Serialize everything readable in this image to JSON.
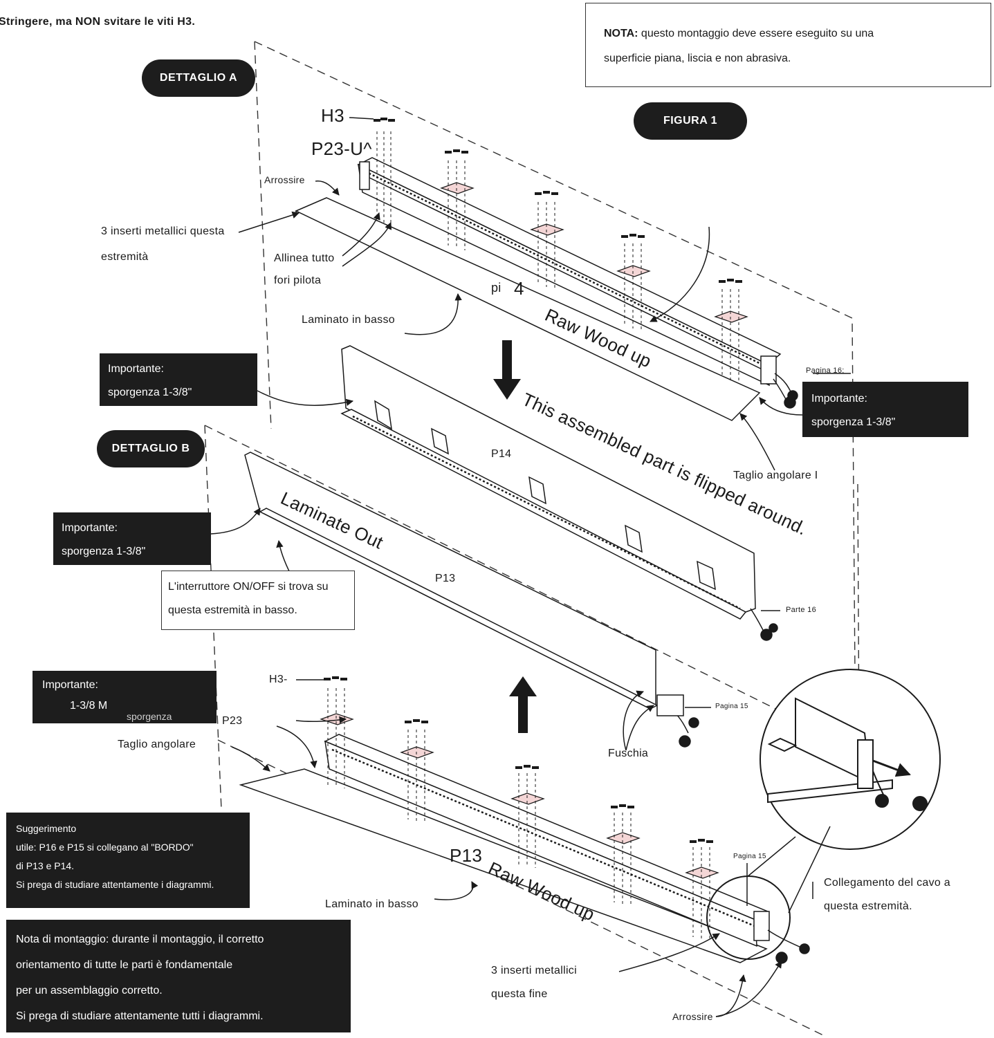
{
  "header_note": "Stringere, ma NON svitare le viti H3.",
  "nota_box": {
    "label": "NOTA:",
    "text": "questo montaggio deve essere eseguito su una",
    "line2": "superficie piana, liscia e non abrasiva."
  },
  "badges": {
    "detail_a": "DETTAGLIO A",
    "detail_b": "DETTAGLIO B",
    "figure": "FIGURA 1"
  },
  "part_labels": {
    "h3_top": "H3",
    "p23_top": "P23-U^",
    "p14_a": "pi",
    "p14_b": "4",
    "p14": "P14",
    "p13_mid": "P13",
    "p13_bottom": "P13",
    "h3_bottom": "H3-",
    "p23_bottom": "P23"
  },
  "callouts": {
    "arrossire_top": "Arrossire",
    "metal_inserts_top_1": "3 inserti metallici questa",
    "metal_inserts_top_2": "estremità",
    "allinea_1": "Allinea tutto",
    "allinea_2": "fori pilota",
    "laminato_top": "Laminato in basso",
    "pagina_16_top": "Pagina 16;",
    "taglio_angolare_right": "Taglio angolare I",
    "parte_16": "Parte 16",
    "pagina_15_mid": "Pagina 15",
    "fuschia": "Fuschia",
    "taglio_angolare_left": "Taglio angolare",
    "pagina_15_bottom": "Pagina 15",
    "collegamento_1": "Collegamento del cavo a",
    "collegamento_2": "questa estremità.",
    "laminato_bottom": "Laminato in basso",
    "metal_inserts_bottom_1": "3 inserti metallici",
    "metal_inserts_bottom_2": "questa fine",
    "arrossire_bottom": "Arrossire"
  },
  "rotated_text": {
    "raw_wood_top": "Raw Wood up",
    "flipped": "This assembled part is flipped around.",
    "laminate_out": "Laminate Out",
    "raw_wood_bottom": "Raw Wood up"
  },
  "importante_boxes": [
    {
      "title": "Importante:",
      "text": "sporgenza 1-3/8\""
    },
    {
      "title": "Importante:",
      "text": "sporgenza 1-3/8\""
    },
    {
      "title": "Importante:",
      "text": "sporgenza 1-3/8\""
    },
    {
      "title": "Importante:",
      "text": "1-3/8 M",
      "extra": "sporgenza"
    }
  ],
  "switch_box": {
    "line1": "L'interruttore ON/OFF si trova su",
    "line2": "questa estremità in basso."
  },
  "tip_box": {
    "line1": "Suggerimento",
    "line2": "utile: P16 e P15 si collegano al \"BORDO\"",
    "line3": "di P13 e P14.",
    "line4": "Si prega di studiare attentamente i diagrammi."
  },
  "assembly_note": {
    "line1": "Nota di montaggio: durante il montaggio, il corretto",
    "line2": "orientamento di tutte le parti è fondamentale",
    "line3": "per un assemblaggio corretto.",
    "line4": "Si prega di studiare attentamente tutti i diagrammi."
  },
  "colors": {
    "ink": "#1a1a1a",
    "dark_box": "#1d1d1d",
    "bracket_fill": "#f4d6d6"
  }
}
